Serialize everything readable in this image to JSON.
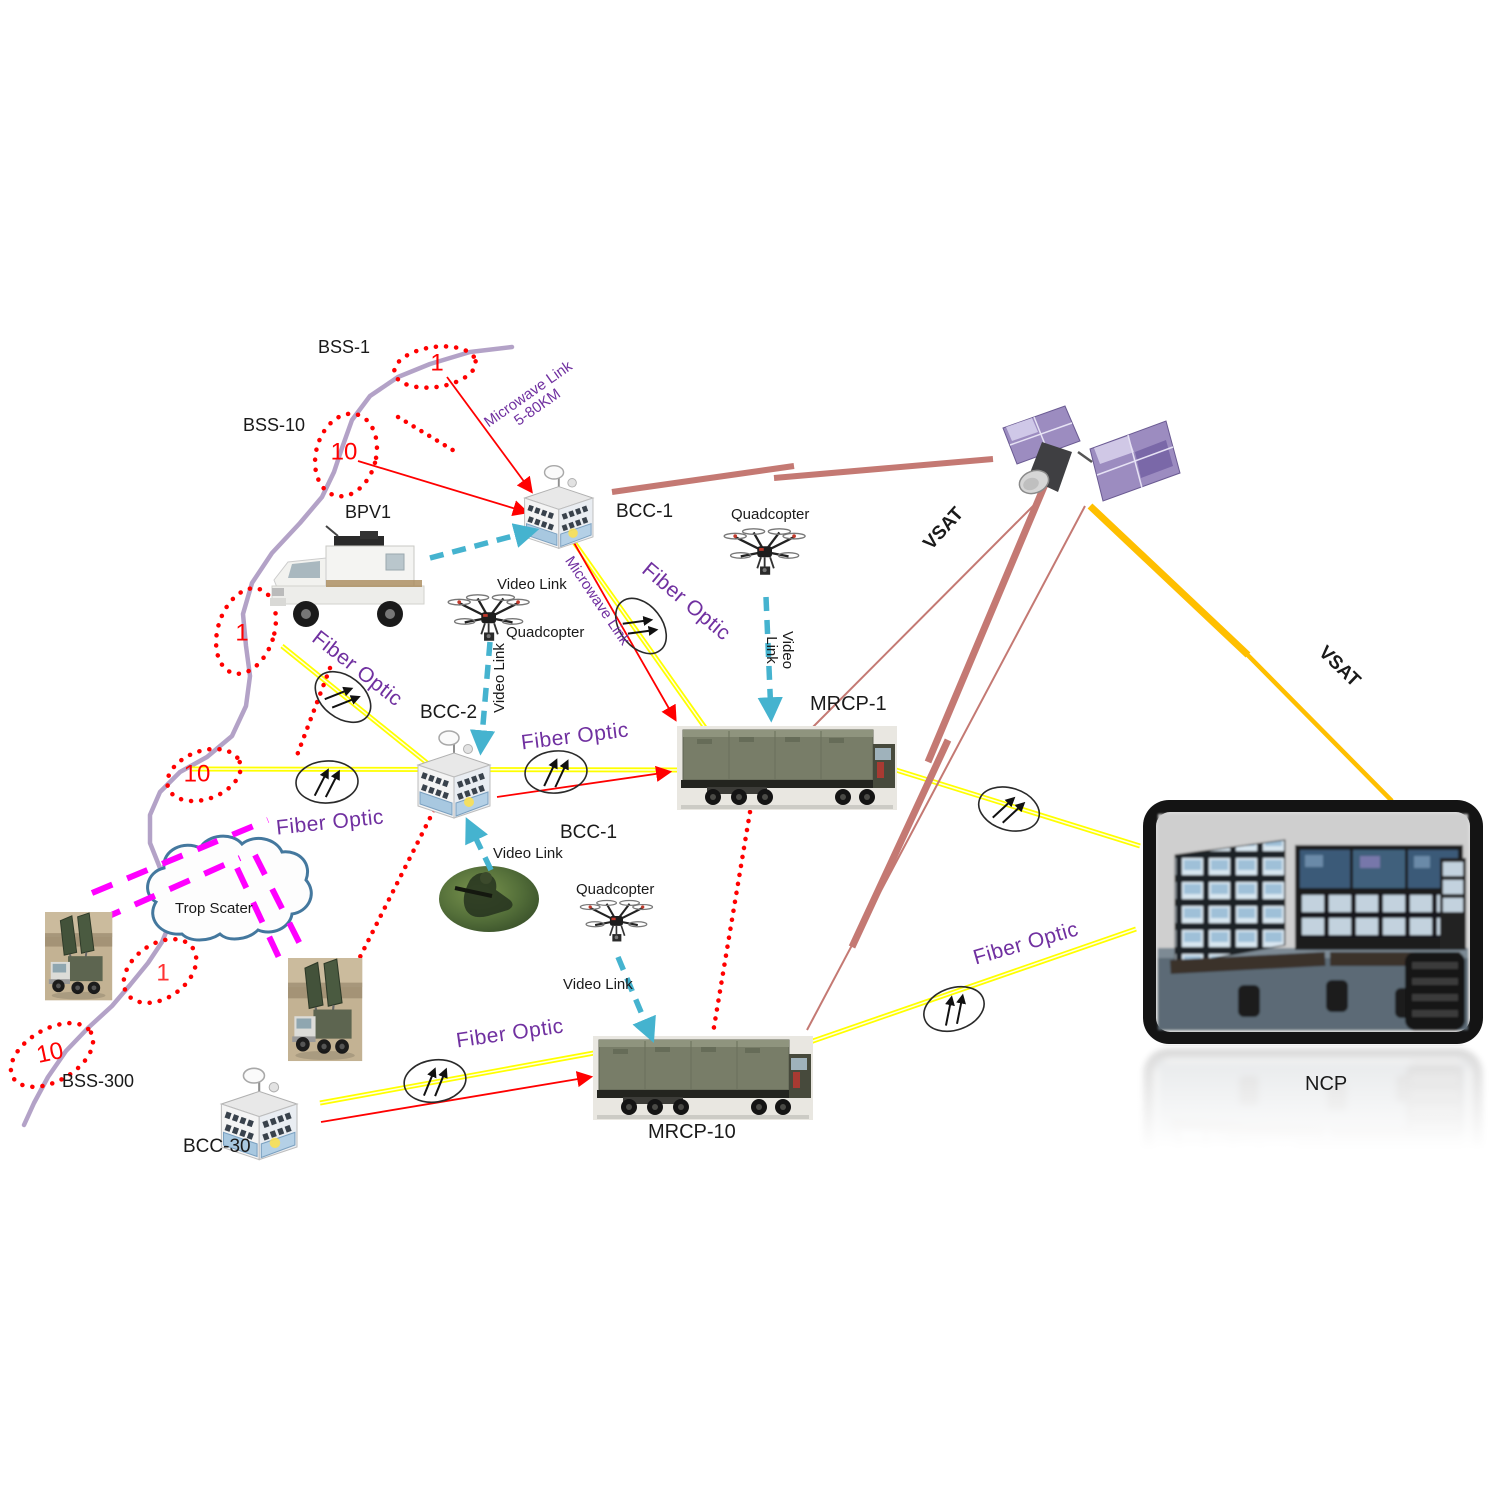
{
  "labels": {
    "bss1": "BSS-1",
    "bss10": "BSS-10",
    "bss300": "BSS-300",
    "bpv1": "BPV1",
    "bcc1": "BCC-1",
    "bcc2": "BCC-2",
    "bcc30": "BCC-30",
    "mrcp1": "MRCP-1",
    "mrcp10": "MRCP-10",
    "ncp": "NCP",
    "trop_scatter": "Trop Scater",
    "microwave_range": "Microwave Link\n5-80KM",
    "microwave": "Microwave Link",
    "fiber_optic": "Fiber Optic",
    "vsat": "VSAT",
    "video_link": "Video Link",
    "quadcopter": "Quadcopter",
    "count_1": "1",
    "count_10": "10"
  },
  "colors": {
    "fiber_yellow": "#ffff00",
    "label_purple": "#7030a0",
    "alert_red": "#ff0000",
    "vsat_rose": "#c47973",
    "vsat_orange": "#ffbf00",
    "video_cyan": "#45b3cf",
    "trop_magenta": "#ff00ff",
    "border_purple": "#b3a2c7",
    "text_black": "#1a1a1a"
  }
}
